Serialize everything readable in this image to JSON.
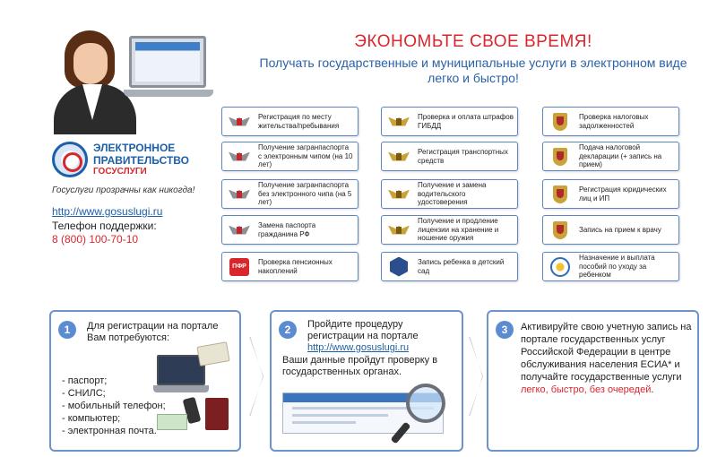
{
  "headline": "ЭКОНОМЬТЕ СВОЕ ВРЕМЯ!",
  "subline_1": "Получать государственные и муниципальные услуги в электронном виде",
  "subline_2": "легко и быстро!",
  "logo": {
    "line1": "ЭЛЕКТРОННОЕ",
    "line2": "ПРАВИТЕЛЬСТВО",
    "line3": "ГОСУСЛУГИ"
  },
  "slogan": "Госуслуги прозрачны как никогда!",
  "site_link": "http://www.gosuslugi.ru",
  "support_label": "Телефон поддержки:",
  "support_phone": "8 (800) 100-70-10",
  "services": {
    "col1": [
      {
        "text": "Регистрация по месту жительства/пребывания",
        "icon": "eagle-icon"
      },
      {
        "text": "Получение загранпаспорта с электронным чипом (на 10 лет)",
        "icon": "eagle-icon"
      },
      {
        "text": "Получение загранпаспорта без электронного чипа (на 5 лет)",
        "icon": "eagle-icon"
      },
      {
        "text": "Замена паспорта гражданина РФ",
        "icon": "eagle-icon"
      },
      {
        "text": "Проверка пенсионных накоплений",
        "icon": "pension-fund-icon"
      }
    ],
    "col2": [
      {
        "text": "Проверка и оплата штрафов ГИБДД",
        "icon": "eagle-gold-icon"
      },
      {
        "text": "Регистрация транспортных средств",
        "icon": "eagle-gold-icon"
      },
      {
        "text": "Получение и замена водительского удостоверения",
        "icon": "eagle-gold-icon"
      },
      {
        "text": "Получение и продление лицензии на хранение и ношение оружия",
        "icon": "eagle-gold-icon"
      },
      {
        "text": "Запись ребенка в детский сад",
        "icon": "kindergarten-icon"
      }
    ],
    "col3": [
      {
        "text": "Проверка налоговых задолженностей",
        "icon": "coat-of-arms-icon"
      },
      {
        "text": "Подача налоговой декларации (+ запись на прием)",
        "icon": "coat-of-arms-icon"
      },
      {
        "text": "Регистрация юридических лиц и ИП",
        "icon": "coat-of-arms-icon"
      },
      {
        "text": "Запись на прием к врачу",
        "icon": "coat-of-arms-icon"
      },
      {
        "text": "Назначение и выплата пособий по уходу за ребенком",
        "icon": "social-fund-icon"
      }
    ]
  },
  "pfr_label": "ПФР",
  "steps": {
    "step1": {
      "number": "1",
      "title": "Для регистрации на портале Вам потребуются:",
      "items": [
        "- паспорт;",
        "- СНИЛС;",
        "- мобильный телефон;",
        "- компьютер;",
        "- электронная почта."
      ]
    },
    "step2": {
      "number": "2",
      "title": "Пройдите процедуру регистрации на портале",
      "link": "http://www.gosuslugi.ru",
      "text": "Ваши данные пройдут проверку в государственных органах."
    },
    "step3": {
      "number": "3",
      "text": "Активируйте свою учетную запись на портале государственных услуг Российской Федерации в центре обслуживания населения ЕСИА* и получайте государственные услуги",
      "highlight": "легко, быстро, без очередей",
      "end": "."
    }
  },
  "colors": {
    "accent_red": "#d9262c",
    "accent_blue": "#2a61a6",
    "box_border": "#5b86c0"
  }
}
